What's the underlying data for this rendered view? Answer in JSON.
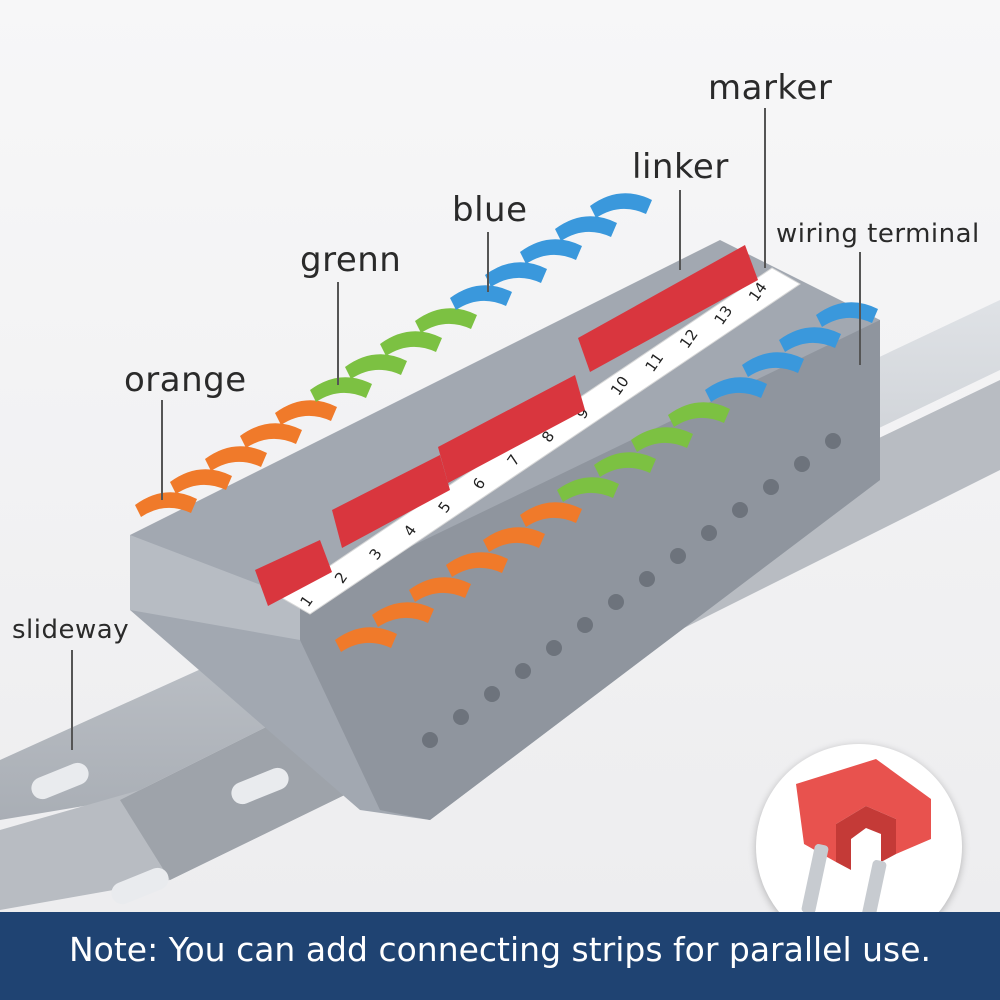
{
  "labels": {
    "orange": "orange",
    "green": "grenn",
    "blue": "blue",
    "linker": "linker",
    "marker": "marker",
    "wiring_terminal": "wiring terminal",
    "slideway": "slideway"
  },
  "marker_numbers": [
    "1",
    "2",
    "3",
    "4",
    "5",
    "6",
    "7",
    "8",
    "9",
    "10",
    "11",
    "12",
    "13",
    "14"
  ],
  "note": "Note: You can add connecting strips for parallel use.",
  "colors": {
    "orange": "#f07a2a",
    "green": "#7cc142",
    "blue": "#3a98dc",
    "red": "#d9363e",
    "housing": "#9aa1ab",
    "rail": "#c9cdd2",
    "note_bar": "#1f4372"
  }
}
